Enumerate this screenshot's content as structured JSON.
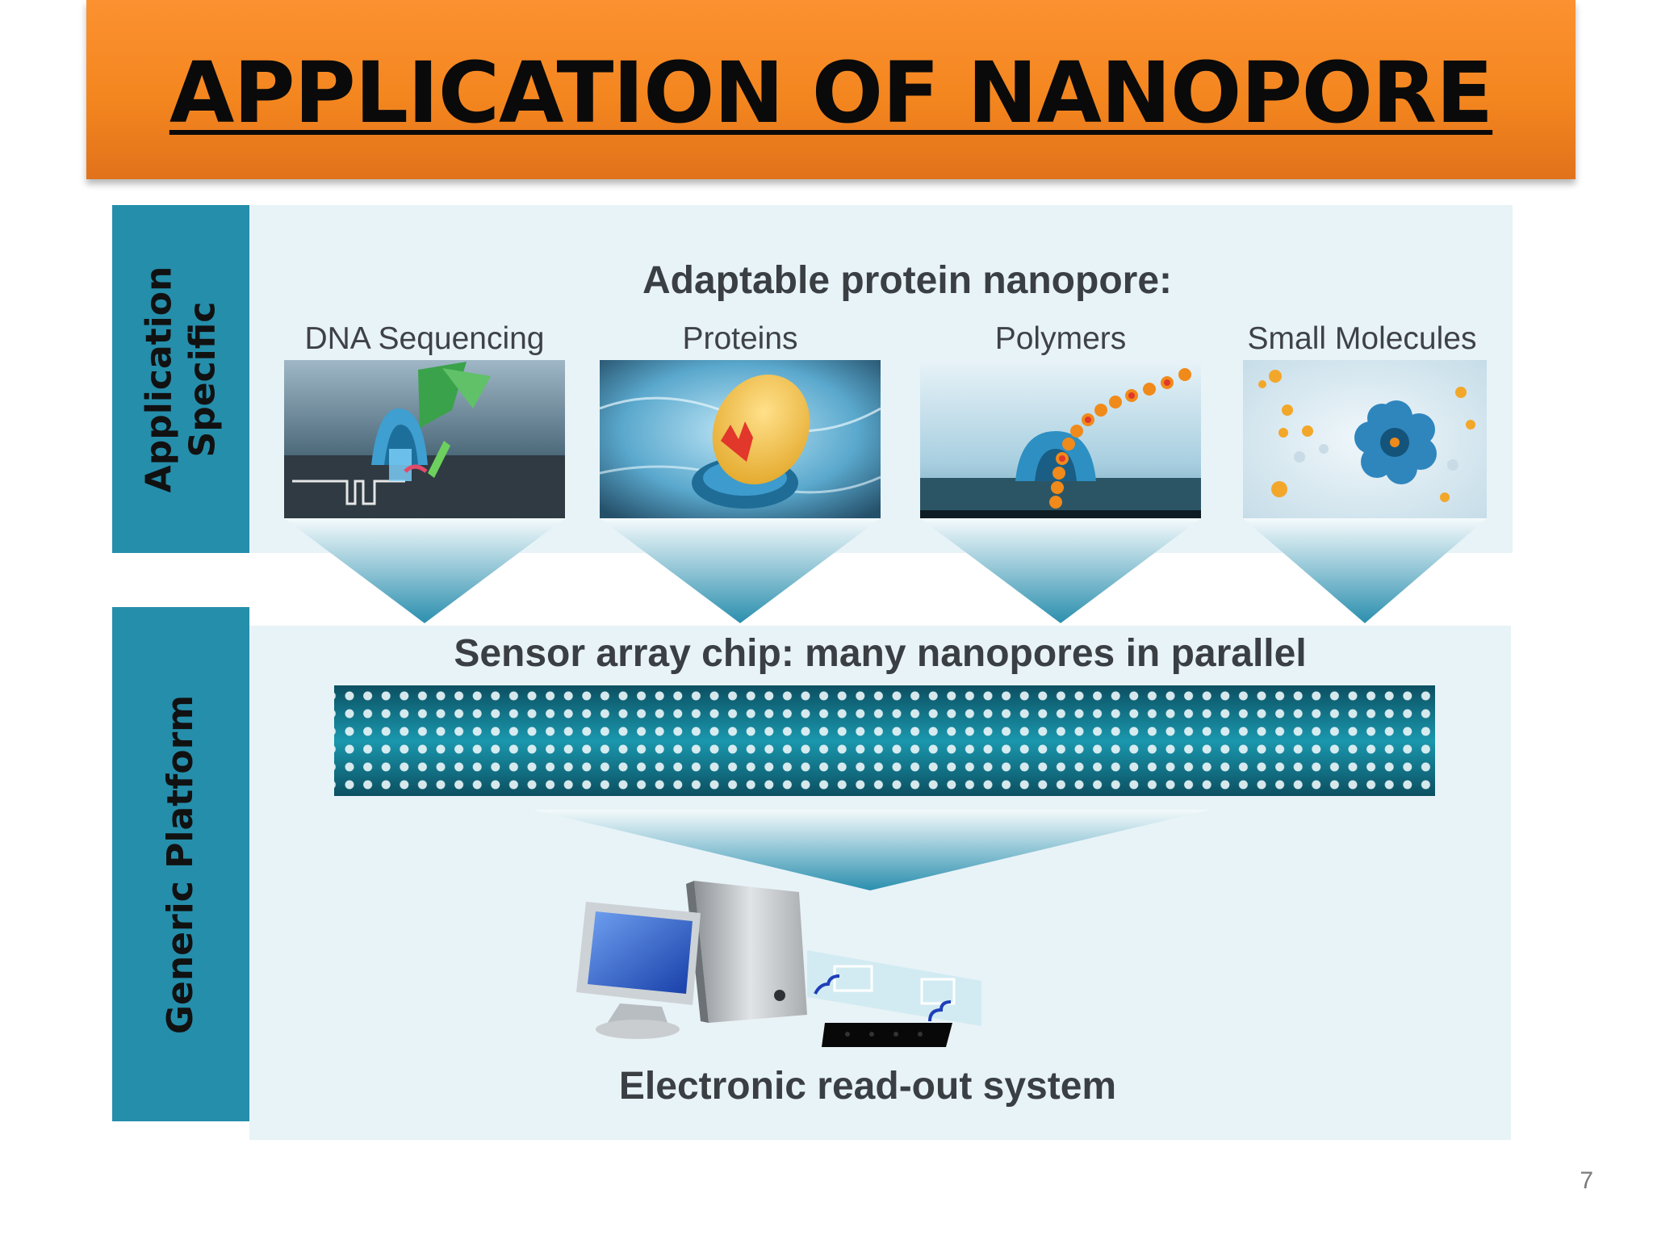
{
  "slide": {
    "title": "APPLICATION OF NANOPORE",
    "page_number": "7"
  },
  "side_labels": {
    "application_specific": [
      "Application",
      "Specific"
    ],
    "generic_platform": "Generic Platform"
  },
  "application_panel": {
    "heading": "Adaptable protein nanopore:",
    "categories": [
      {
        "label": "DNA Sequencing"
      },
      {
        "label": "Proteins"
      },
      {
        "label": "Polymers"
      },
      {
        "label": "Small Molecules"
      }
    ]
  },
  "platform_panel": {
    "heading": "Sensor array chip: many nanopores in parallel",
    "readout_label": "Electronic read-out system"
  },
  "colors": {
    "banner": "#f4861f",
    "side_label": "#258eab",
    "panel": "#e8f3f7",
    "accent_blue": "#1e7f9c"
  }
}
